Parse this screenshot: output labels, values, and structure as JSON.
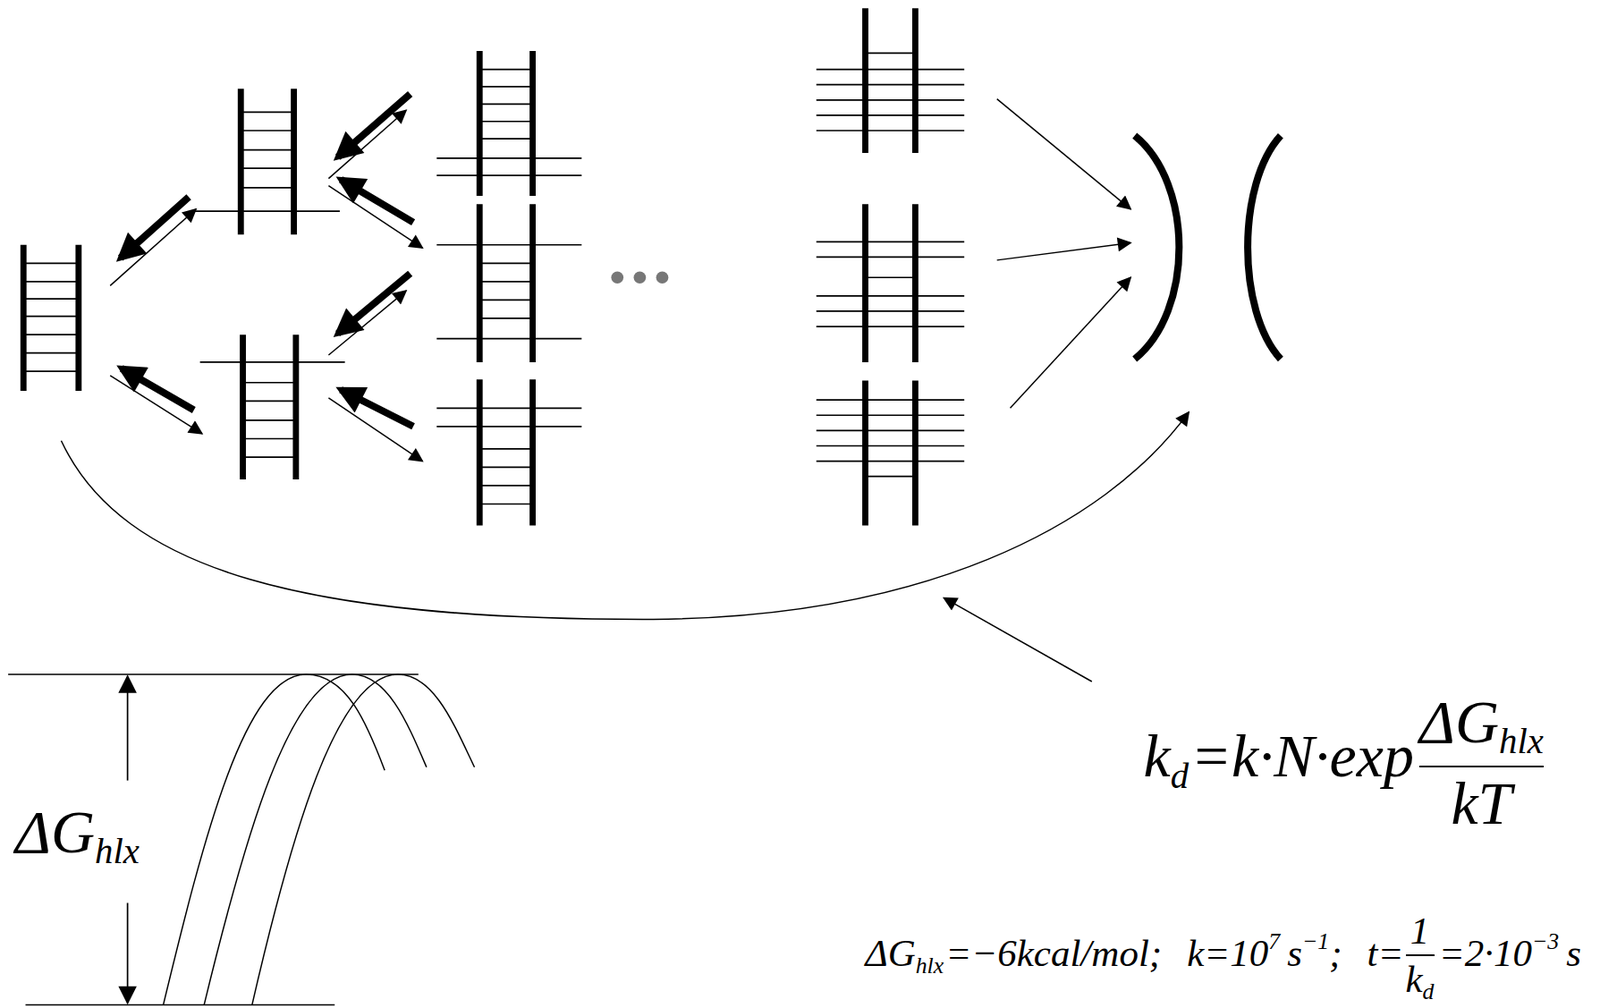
{
  "diagram": {
    "labels": [
      "ΔG",
      "hlx",
      "k",
      "d",
      "=k·N·exp",
      "ΔG",
      "hlx",
      "kT",
      "ΔG",
      "hlx",
      "=−6kcal/mol;",
      "k=10",
      "7",
      "s",
      "−1",
      ";",
      "t=",
      "1",
      "k",
      "d",
      "=2·10",
      "−3",
      "s"
    ]
  }
}
